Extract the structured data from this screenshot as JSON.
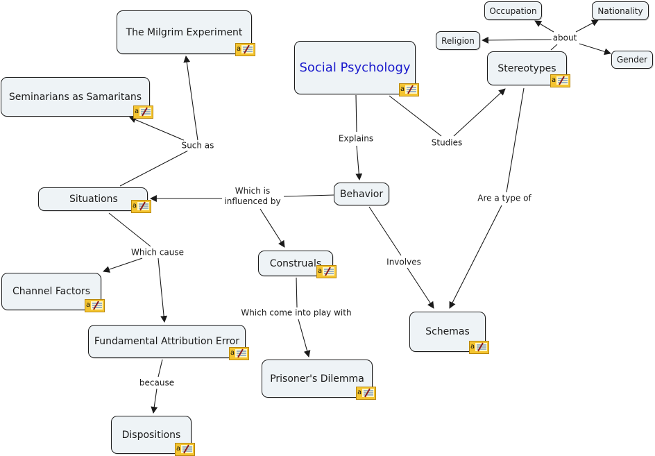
{
  "map_title": "Social Psychology",
  "colors": {
    "node_fill": "#eef3f6",
    "node_border": "#1a1a1a",
    "root_text": "#1a1acc",
    "note_icon": "#f4c430",
    "line": "#1a1a1a"
  },
  "nodes": {
    "social_psychology": {
      "label": "Social Psychology",
      "has_note": true
    },
    "milgrim": {
      "label": "The Milgrim Experiment",
      "has_note": true
    },
    "seminarians": {
      "label": "Seminarians as Samaritans",
      "has_note": true
    },
    "situations": {
      "label": "Situations",
      "has_note": true
    },
    "behavior": {
      "label": "Behavior",
      "has_note": false
    },
    "construals": {
      "label": "Construals",
      "has_note": true
    },
    "channel_factors": {
      "label": "Channel Factors",
      "has_note": true
    },
    "fae": {
      "label": "Fundamental Attribution Error",
      "has_note": true
    },
    "dispositions": {
      "label": "Dispositions",
      "has_note": true
    },
    "prisoners_dilemma": {
      "label": "Prisoner's Dilemma",
      "has_note": true
    },
    "schemas": {
      "label": "Schemas",
      "has_note": true
    },
    "stereotypes": {
      "label": "Stereotypes",
      "has_note": true
    },
    "occupation": {
      "label": "Occupation",
      "has_note": false
    },
    "nationality": {
      "label": "Nationality",
      "has_note": false
    },
    "religion": {
      "label": "Religion",
      "has_note": false
    },
    "gender": {
      "label": "Gender",
      "has_note": false
    }
  },
  "links": {
    "explains": "Explains",
    "studies": "Studies",
    "such_as": "Such as",
    "influenced_by": "Which is\ninfluenced by",
    "which_cause": "Which cause",
    "because": "because",
    "come_into_play": "Which come into play with",
    "involves": "Involves",
    "type_of": "Are a type of",
    "about": "about"
  },
  "note_icon": "annotation-note-icon"
}
